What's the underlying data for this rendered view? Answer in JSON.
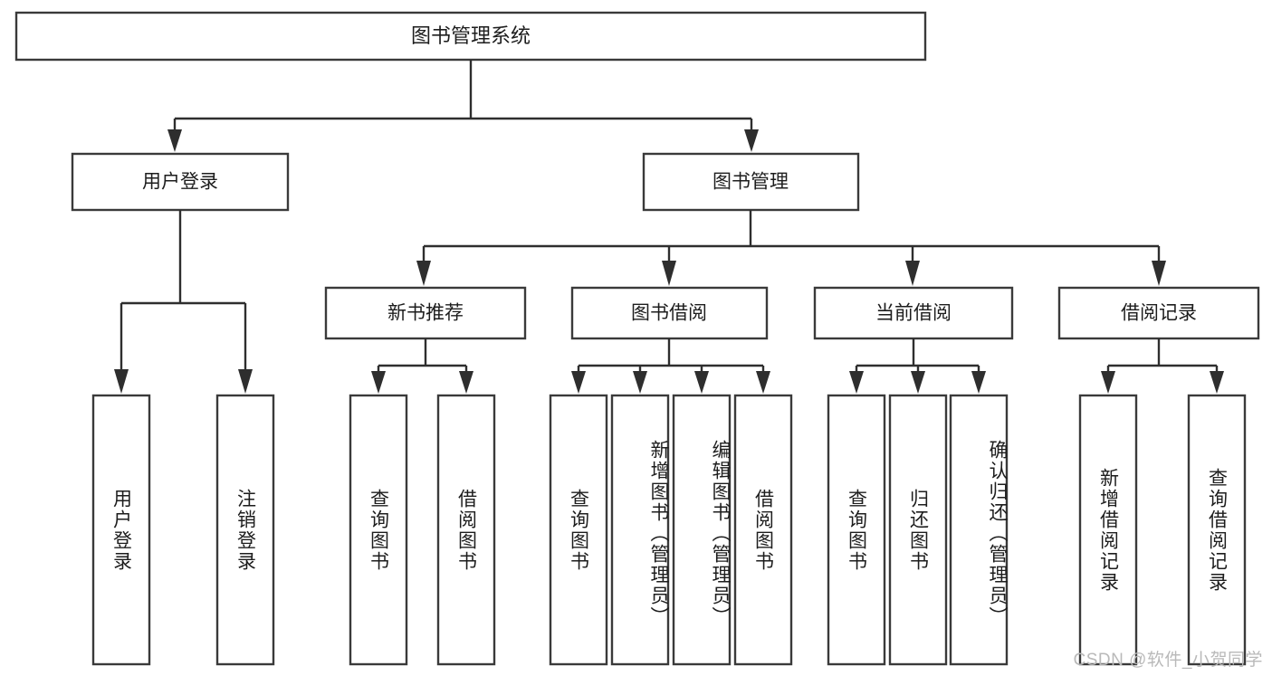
{
  "diagram": {
    "title": "图书管理系统",
    "type": "tree-hierarchy",
    "watermark": "CSDN @软件_小贺同学",
    "colors": {
      "box_stroke": "#3a3a3a",
      "box_fill": "#ffffff",
      "connector": "#2e2e2e",
      "text": "#1d1d1d",
      "watermark": "#b9b9b9",
      "background": "#ffffff"
    },
    "levels": {
      "root": "图书管理系统",
      "level2": [
        "用户登录",
        "图书管理"
      ],
      "level3": [
        "新书推荐",
        "图书借阅",
        "当前借阅",
        "借阅记录"
      ]
    },
    "nodes": {
      "root": {
        "label": "图书管理系统"
      },
      "user_login": {
        "label": "用户登录"
      },
      "book_manage": {
        "label": "图书管理"
      },
      "new_book_rec": {
        "label": "新书推荐"
      },
      "book_borrow": {
        "label": "图书借阅"
      },
      "current_borrow": {
        "label": "当前借阅"
      },
      "borrow_record": {
        "label": "借阅记录"
      }
    },
    "leaves": {
      "user_login": [
        {
          "label": "用户登录"
        },
        {
          "label": "注销登录"
        }
      ],
      "new_book_rec": [
        {
          "label": "查询图书"
        },
        {
          "label": "借阅图书"
        }
      ],
      "book_borrow": [
        {
          "label": "查询图书"
        },
        {
          "label": "新增图书（管理员）"
        },
        {
          "label": "编辑图书（管理员）"
        },
        {
          "label": "借阅图书"
        }
      ],
      "current_borrow": [
        {
          "label": "查询图书"
        },
        {
          "label": "归还图书"
        },
        {
          "label": "确认归还（管理员）"
        }
      ],
      "borrow_record": [
        {
          "label": "新增借阅记录"
        },
        {
          "label": "查询借阅记录"
        }
      ]
    }
  }
}
